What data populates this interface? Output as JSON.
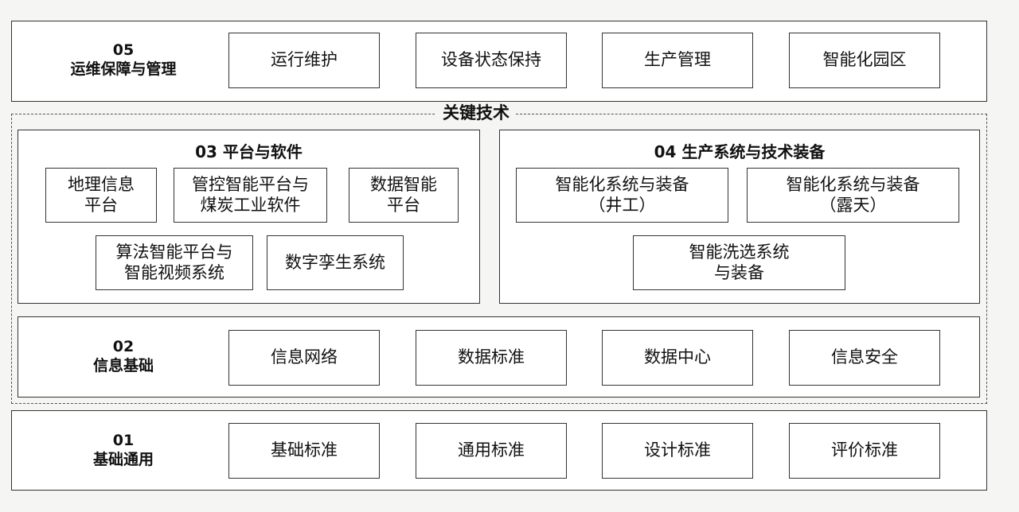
{
  "layer05": {
    "number": "05",
    "name": "运维保障与管理",
    "items": [
      "运行维护",
      "设备状态保持",
      "生产管理",
      "智能化园区"
    ]
  },
  "key_tech": {
    "label": "关键技术"
  },
  "layer03": {
    "title": "03 平台与软件",
    "items": [
      "地理信息\n平台",
      "管控智能平台与\n煤炭工业软件",
      "数据智能\n平台",
      "算法智能平台与\n智能视频系统",
      "数字孪生系统"
    ]
  },
  "layer04": {
    "title": "04 生产系统与技术装备",
    "items": [
      "智能化系统与装备\n（井工）",
      "智能化系统与装备\n（露天）",
      "智能洗选系统\n与装备"
    ]
  },
  "layer02": {
    "number": "02",
    "name": "信息基础",
    "items": [
      "信息网络",
      "数据标准",
      "数据中心",
      "信息安全"
    ]
  },
  "layer01": {
    "number": "01",
    "name": "基础通用",
    "items": [
      "基础标准",
      "通用标准",
      "设计标准",
      "评价标准"
    ]
  }
}
